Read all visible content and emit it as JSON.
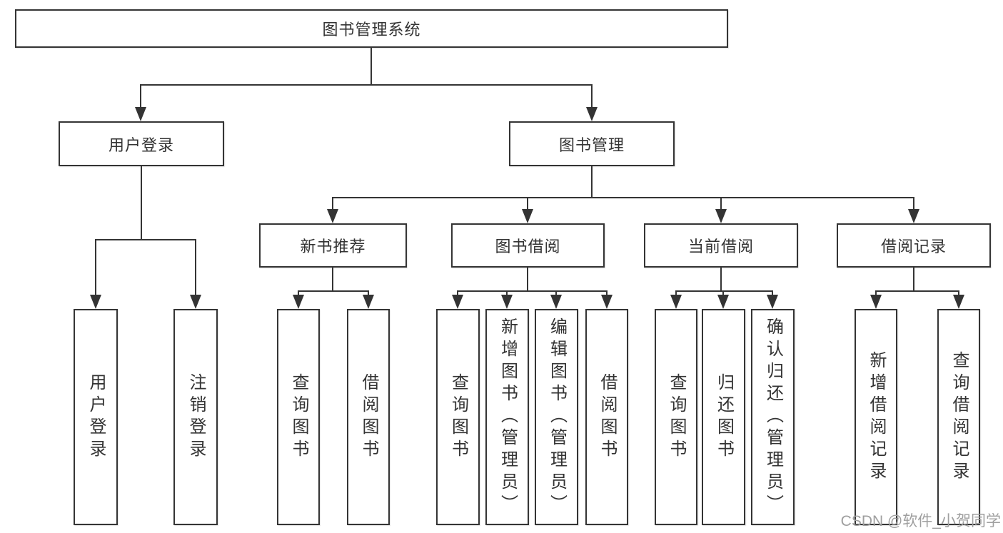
{
  "diagram": {
    "title": "图书管理系统",
    "level2": {
      "user_login": "用户登录",
      "book_mgmt": "图书管理"
    },
    "level3": {
      "new_books": "新书推荐",
      "borrowing": "图书借阅",
      "current": "当前借阅",
      "records": "借阅记录"
    },
    "leaves": {
      "user_login_1": "用户登录",
      "user_login_2": "注销登录",
      "new_books_1": "查询图书",
      "new_books_2": "借阅图书",
      "borrowing_1": "查询图书",
      "borrowing_2": "新增图书（管理员）",
      "borrowing_3": "编辑图书（管理员）",
      "borrowing_4": "借阅图书",
      "current_1": "查询图书",
      "current_2": "归还图书",
      "current_3": "确认归还（管理员）",
      "records_1": "新增借阅记录",
      "records_2": "查询借阅记录"
    },
    "watermark": "CSDN @软件_小贺同学",
    "colors": {
      "line": "#343434",
      "text": "#333333",
      "watermark": "#9f9f9f",
      "background": "#ffffff"
    }
  }
}
